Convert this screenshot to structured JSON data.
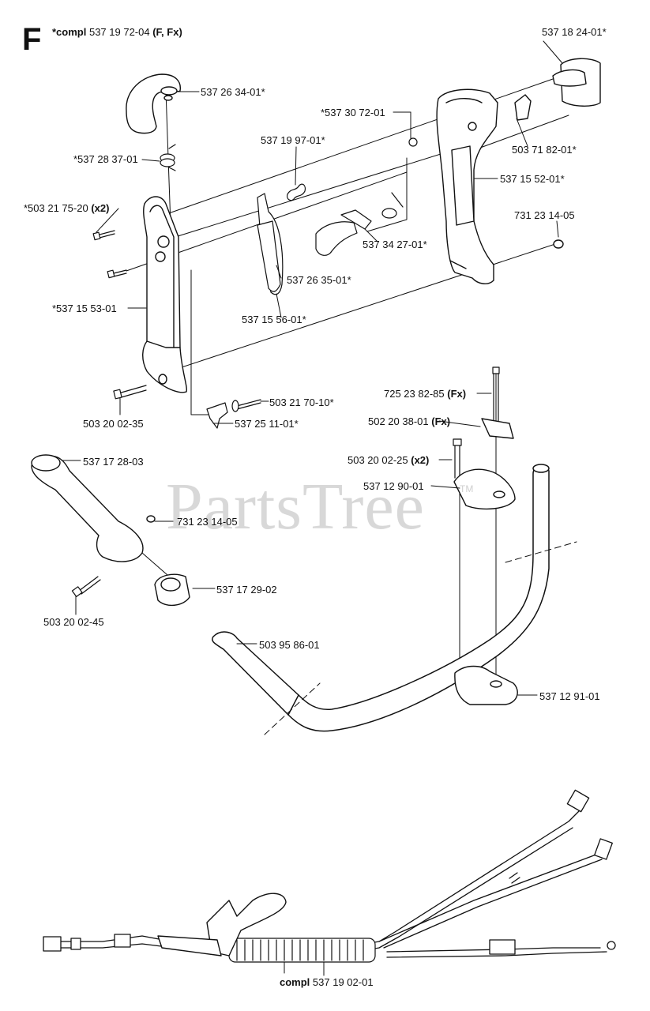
{
  "section_letter": "F",
  "header": {
    "prefix": "*compl",
    "number": "537 19 72-04",
    "variant": "(F, Fx)"
  },
  "watermark": {
    "text": "PartsTree",
    "mark": "TM"
  },
  "parts": [
    {
      "id": "p1",
      "number": "537 18 24-01*"
    },
    {
      "id": "p2",
      "number": "537 26 34-01*"
    },
    {
      "id": "p3",
      "number": "*537 30 72-01"
    },
    {
      "id": "p4",
      "number": "503 71 82-01*"
    },
    {
      "id": "p5",
      "number": "*537 28 37-01"
    },
    {
      "id": "p6",
      "number": "537 19 97-01*"
    },
    {
      "id": "p7",
      "number": "537 15 52-01*"
    },
    {
      "id": "p8",
      "number": "*503 21 75-20",
      "qty": "(x2)"
    },
    {
      "id": "p9",
      "number": "731 23 14-05"
    },
    {
      "id": "p10",
      "number": "537 34 27-01*"
    },
    {
      "id": "p11",
      "number": "537 26 35-01*"
    },
    {
      "id": "p12",
      "number": "*537 15 53-01"
    },
    {
      "id": "p13",
      "number": "537 15 56-01*"
    },
    {
      "id": "p14",
      "number": "725 23 82-85",
      "qty": "(Fx)"
    },
    {
      "id": "p15",
      "number": "503 21 70-10*"
    },
    {
      "id": "p16",
      "number": "503 20 02-35"
    },
    {
      "id": "p17",
      "number": "537 25 11-01*"
    },
    {
      "id": "p18",
      "number": "502 20 38-01",
      "qty": "(Fx)"
    },
    {
      "id": "p19",
      "number": "503 20 02-25",
      "qty": "(x2)"
    },
    {
      "id": "p20",
      "number": "537 17 28-03"
    },
    {
      "id": "p21",
      "number": "537 12 90-01"
    },
    {
      "id": "p22",
      "number": "731 23 14-05"
    },
    {
      "id": "p23",
      "number": "537 17 29-02"
    },
    {
      "id": "p24",
      "number": "503 20 02-45"
    },
    {
      "id": "p25",
      "number": "503 95 86-01"
    },
    {
      "id": "p26",
      "number": "537 12 91-01"
    }
  ],
  "footer": {
    "prefix": "compl",
    "number": "537 19 02-01"
  }
}
